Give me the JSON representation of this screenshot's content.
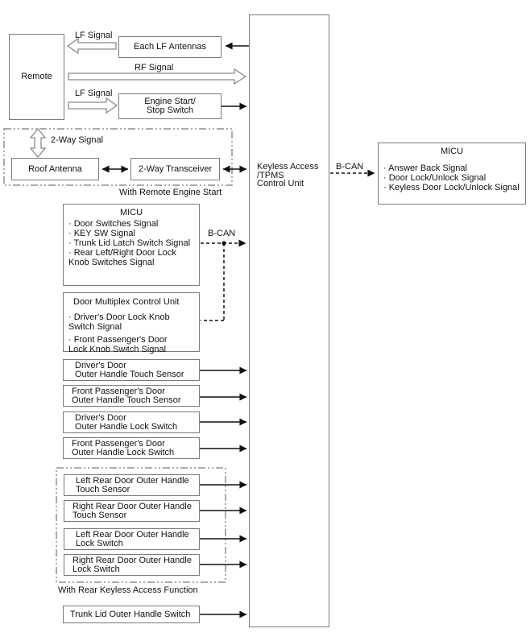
{
  "labels": {
    "lf_signal_top": "LF Signal",
    "rf_signal": "RF Signal",
    "lf_signal_bottom": "LF Signal",
    "two_way_signal": "2-Way Signal",
    "with_remote_engine_start": "With Remote Engine Start",
    "b_can_left": "B-CAN",
    "b_can_right": "B-CAN",
    "with_rear_keyless": "With Rear Keyless Access Function"
  },
  "boxes": {
    "remote": "Remote",
    "each_lf_antennas": "Each LF Antennas",
    "engine_start_stop": {
      "lines": [
        "Engine Start/",
        "Stop Switch"
      ]
    },
    "roof_antenna": "Roof Antenna",
    "two_way_transceiver": "2-Way Transceiver",
    "control_unit": {
      "lines": [
        "Keyless Access",
        "/TPMS",
        "Control Unit"
      ]
    },
    "micu_left": {
      "title": "MICU",
      "lines": [
        "· Door Switches Signal",
        "· KEY SW Signal",
        "· Trunk Lid Latch Switch Signal",
        "· Rear Left/Right Door Lock",
        "Knob Switches Signal"
      ]
    },
    "door_multiplex": {
      "title": "Door Multiplex Control Unit",
      "group1": [
        "· Driver's Door Lock Knob",
        "Switch Signal"
      ],
      "group2": [
        "· Front Passenger's Door",
        "Lock Knob Switch Signal"
      ]
    },
    "micu_right": {
      "title": "MICU",
      "lines": [
        "· Answer Back Signal",
        "· Door Lock/Unlock Signal",
        "· Keyless Door Lock/Unlock Signal"
      ]
    },
    "drivers_door_touch": {
      "lines": [
        "Driver's Door",
        "Outer Handle Touch Sensor"
      ]
    },
    "front_pass_touch": {
      "lines": [
        "Front Passenger's Door",
        "Outer Handle Touch Sensor"
      ]
    },
    "drivers_door_lock": {
      "lines": [
        "Driver's Door",
        "Outer Handle Lock Switch"
      ]
    },
    "front_pass_lock": {
      "lines": [
        "Front Passenger's Door",
        "Outer Handle Lock Switch"
      ]
    },
    "left_rear_touch": {
      "lines": [
        "Left Rear Door Outer Handle",
        "Touch Sensor"
      ]
    },
    "right_rear_touch": {
      "lines": [
        "Right Rear Door Outer Handle",
        "Touch Sensor"
      ]
    },
    "left_rear_lock": {
      "lines": [
        "Left Rear Door Outer Handle",
        "Lock Switch"
      ]
    },
    "right_rear_lock": {
      "lines": [
        "Right Rear Door Outer Handle",
        "Lock Switch"
      ]
    },
    "trunk_lid": "Trunk Lid Outer Handle Switch"
  },
  "colors": {
    "box_border": "#7a7a7a",
    "dashed_group": "#8f8f8f",
    "line": "#111111",
    "text": "#111111",
    "background": "#ffffff"
  }
}
